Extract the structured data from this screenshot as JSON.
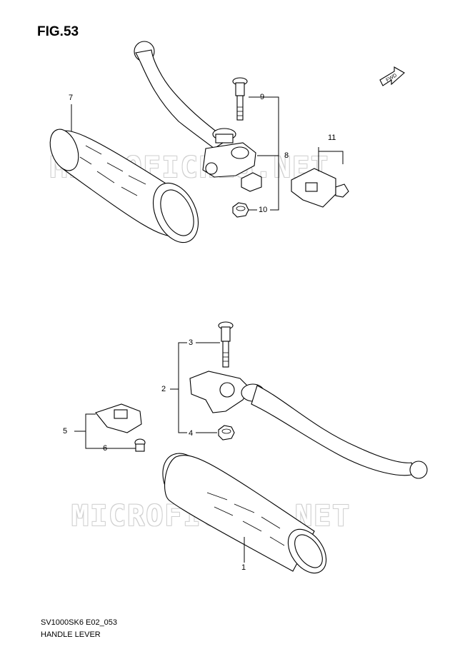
{
  "figure": {
    "title": "FIG.53",
    "model_code": "SV1000SK6 E02_053",
    "name": "HANDLE LEVER"
  },
  "watermark": "MICROFICHES.NET",
  "fwd_badge": "FWD",
  "callouts": {
    "c1": "1",
    "c2": "2",
    "c3": "3",
    "c4": "4",
    "c5": "5",
    "c6": "6",
    "c7": "7",
    "c8": "8",
    "c9": "9",
    "c10": "10",
    "c11": "11"
  }
}
